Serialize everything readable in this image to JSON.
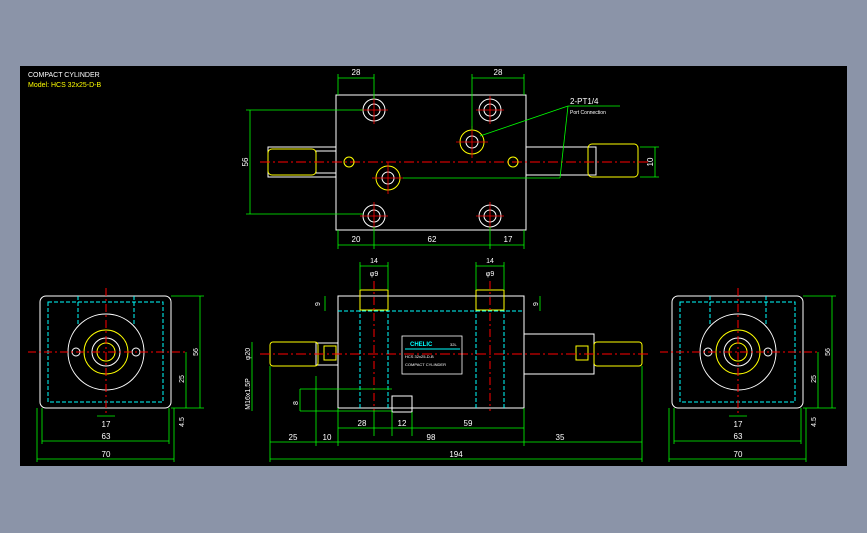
{
  "drawing": {
    "title": "COMPACT CYLINDER",
    "model": "Model: HCS 32x25-D-B",
    "port_callout": "2-PT1/4",
    "port_note": "Port Connection",
    "nameplate_brand": "CHELIC",
    "nameplate_line1": "HCS 32x25-D-B",
    "nameplate_line2": "COMPACT CYLINDER",
    "nameplate_tag": "32L"
  },
  "dims": {
    "top_left_width": "28",
    "top_right_width": "28",
    "top_height": "56",
    "top_rod_dia": "10",
    "top_bottom_a": "20",
    "top_bottom_b": "62",
    "top_bottom_c": "17",
    "front_top_left": "14",
    "front_top_right": "14",
    "front_hole_left": "φ9",
    "front_hole_right": "φ9",
    "front_side_left": "9",
    "front_side_right": "9",
    "front_rod_dia": "φ20",
    "front_thread": "M16x1.5P",
    "front_small": "8",
    "front_b1": "25",
    "front_b2": "10",
    "front_b3": "28",
    "front_b4": "12",
    "front_b5": "59",
    "front_b6": "98",
    "front_b7": "35",
    "front_total": "194",
    "side_height": "56",
    "side_mid": "25",
    "side_low": "4.5",
    "side_bore": "17",
    "side_inner_w": "63",
    "side_outer_w": "70"
  },
  "colors": {
    "background": "#8b94a8",
    "sheet": "#000000",
    "outline": "#ffffff",
    "center": "#ff0000",
    "hidden": "#00ffff",
    "dimension": "#00ff00",
    "accent": "#ffff00"
  }
}
